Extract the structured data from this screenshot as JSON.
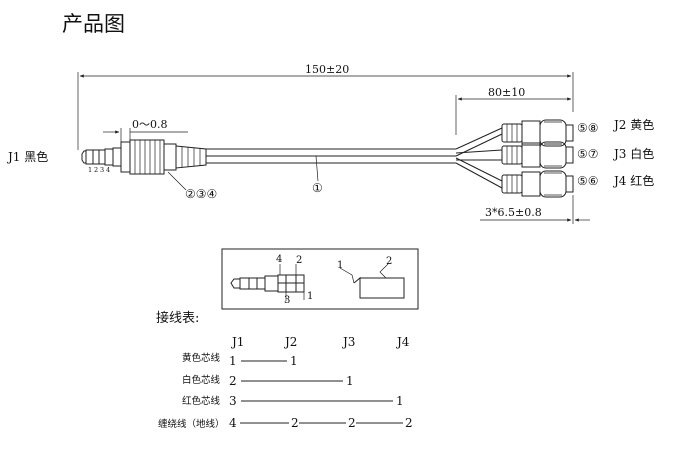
{
  "title": "产品图",
  "dimensions": {
    "overall_length": "150±20",
    "branch_length": "80±10",
    "plug_offset": "0～0.8",
    "rca_spacing": "3*6.5±0.8"
  },
  "connectors": {
    "j1": "J1 黑色",
    "j2": "J2 黄色",
    "j3": "J3 白色",
    "j4": "J4 红色"
  },
  "part_numbers": {
    "cable": "①",
    "plug_parts": "②③④",
    "j2_parts": "⑤⑧",
    "j3_parts": "⑤⑦",
    "j4_parts": "⑤⑥"
  },
  "pin_labels": [
    "1",
    "2",
    "3",
    "4"
  ],
  "detail": {
    "plug_callouts": [
      "4",
      "2",
      "3",
      "1"
    ],
    "rca_callouts": [
      "1",
      "2"
    ]
  },
  "wiring_table": {
    "title": "接线表:",
    "headers": [
      "J1",
      "J2",
      "J3",
      "J4"
    ],
    "rows": [
      {
        "label": "黄色芯线",
        "j1": "1",
        "j2": "1",
        "j3": "",
        "j4": ""
      },
      {
        "label": "白色芯线",
        "j1": "2",
        "j2": "",
        "j3": "1",
        "j4": ""
      },
      {
        "label": "红色芯线",
        "j1": "3",
        "j2": "",
        "j3": "",
        "j4": "1"
      },
      {
        "label": "缠绕线（地线）",
        "j1": "4",
        "j2": "2",
        "j3": "2",
        "j4": "2"
      }
    ]
  }
}
